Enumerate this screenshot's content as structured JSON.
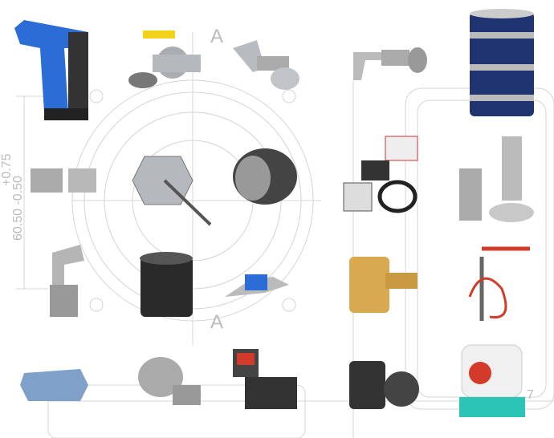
{
  "drawing": {
    "section_label_top": "A",
    "section_label_bottom": "A",
    "dimension_tolerance": "+0.75",
    "dimension_value": "60.50 -0.50",
    "corner_number": "7"
  },
  "colors": {
    "line": "#d4d4d4",
    "blue": "#2b6cd6",
    "yellow": "#f2d21a",
    "red": "#d23a2a",
    "steel": "#a9adb2",
    "dark": "#2a2a2a",
    "tan": "#d9a94f",
    "navy": "#1f3470",
    "teal": "#2bc4b6"
  },
  "products": [
    "hand-pump-blue",
    "ball-valve-yellow",
    "elbow-fittings",
    "drum-tap",
    "drum-heater",
    "coupling-adapters",
    "pump-kit",
    "bung-adapter",
    "gear-valve",
    "camlock-coupling",
    "quick-coupling",
    "drum-tap-chrome",
    "fuel-nozzle",
    "plastic-tap",
    "rotary-hand-pump",
    "spill-tray",
    "electric-pump",
    "flow-meter-pump",
    "diesel-pump",
    "drum-closure"
  ]
}
